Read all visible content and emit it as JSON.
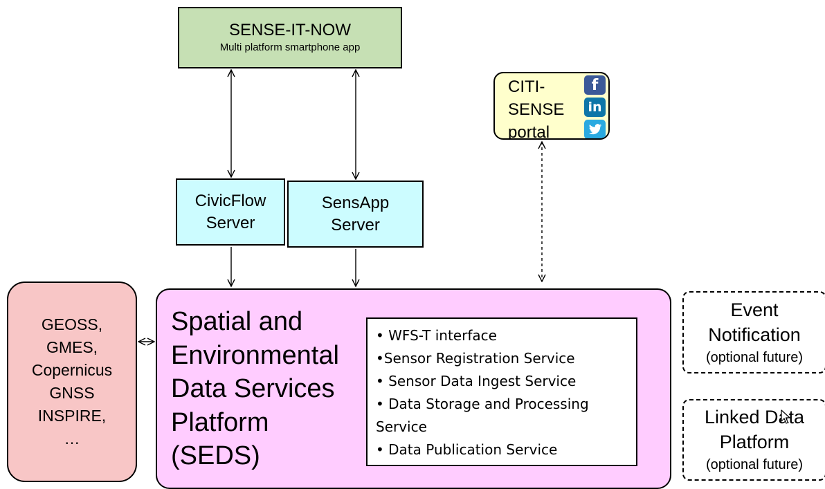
{
  "app": {
    "title": "SENSE-IT-NOW",
    "subtitle": "Multi platform smartphone app"
  },
  "servers": {
    "civicflow": [
      "CivicFlow",
      "Server"
    ],
    "sensapp": [
      "SensApp",
      "Server"
    ]
  },
  "portal": {
    "lines": [
      "CITI-",
      "SENSE",
      "portal"
    ],
    "icons": {
      "facebook": "f",
      "linkedin": "in",
      "twitter": "🐦"
    }
  },
  "external_sources": {
    "lines": [
      "GEOSS,",
      "GMES,",
      "Copernicus",
      "GNSS",
      "INSPIRE,",
      "…"
    ]
  },
  "seds": {
    "title_lines": [
      "Spatial and",
      "Environmental",
      "Data Services",
      "Platform",
      "(SEDS)"
    ],
    "services": [
      "• WFS-T interface",
      "•Sensor Registration Service",
      "• Sensor Data Ingest Service",
      "• Data Storage and Processing",
      "Service",
      "• Data Publication Service"
    ]
  },
  "optional": {
    "event_notification": {
      "lines": [
        "Event",
        "Notification"
      ],
      "note": "(optional future)"
    },
    "linked_data": {
      "lines": [
        "Linked Data",
        "Platform"
      ],
      "note": "(optional future)"
    }
  },
  "colors": {
    "app_green": "#c6e0b4",
    "server_cyan": "#ccfcff",
    "portal_yellow": "#ffffcc",
    "geoss_pink": "#f8c6c6",
    "seds_magenta": "#ffccff"
  }
}
